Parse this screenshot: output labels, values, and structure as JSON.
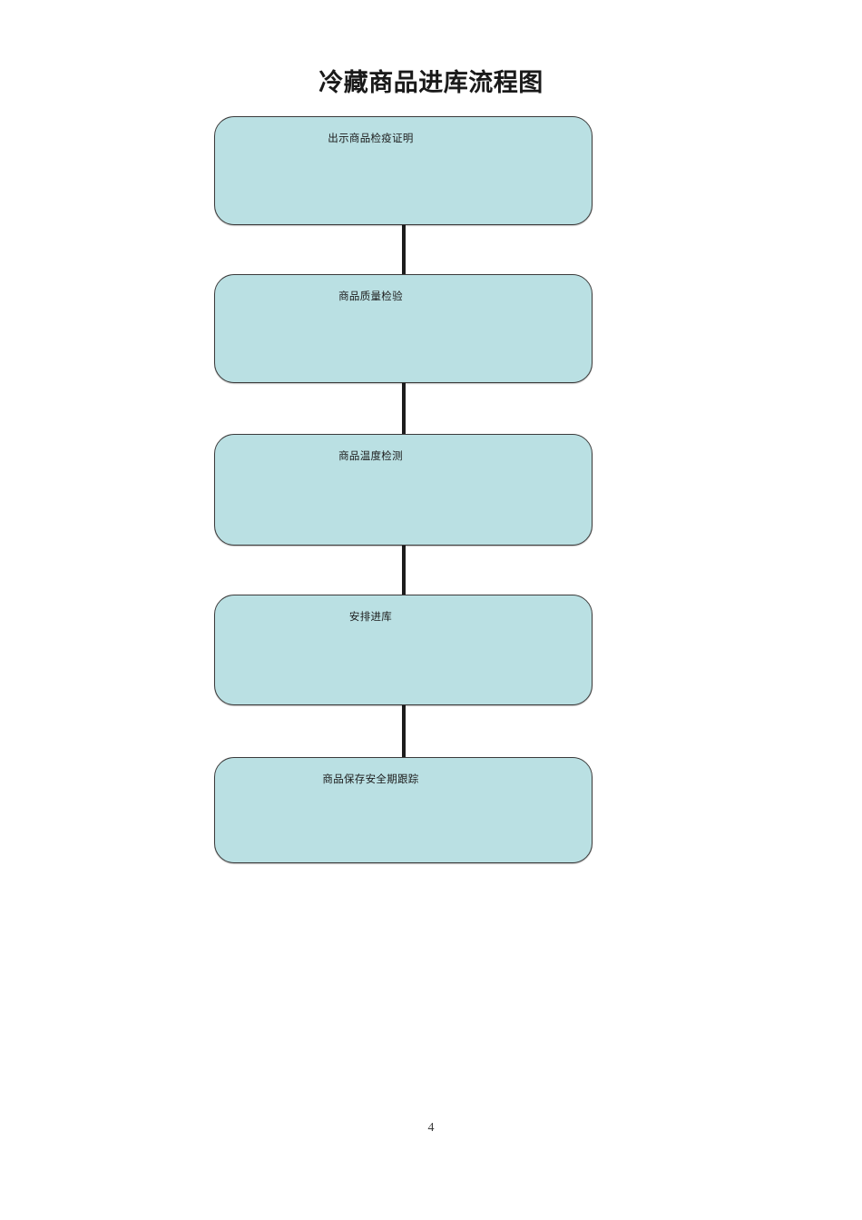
{
  "document": {
    "title": "冷藏商品进库流程图",
    "page_number": "4"
  },
  "theme": {
    "page_background": "#ffffff",
    "node_fill": "#bae0e3",
    "node_border": "#3b3b3b",
    "connector_color": "#1d1d1d",
    "text_color": "#1b1b1b"
  },
  "chart_data": {
    "type": "diagram",
    "diagram_kind": "flowchart",
    "orientation": "vertical-top-to-bottom",
    "title": "冷藏商品进库流程图",
    "nodes": [
      {
        "id": "n1",
        "label": "出示商品检疫证明",
        "shape": "rounded-rectangle"
      },
      {
        "id": "n2",
        "label": "商品质量检验",
        "shape": "rounded-rectangle"
      },
      {
        "id": "n3",
        "label": "商品温度检测",
        "shape": "rounded-rectangle"
      },
      {
        "id": "n4",
        "label": "安排进库",
        "shape": "rounded-rectangle"
      },
      {
        "id": "n5",
        "label": "商品保存安全期跟踪",
        "shape": "rounded-rectangle"
      }
    ],
    "edges": [
      {
        "from": "n1",
        "to": "n2",
        "style": "solid-line"
      },
      {
        "from": "n2",
        "to": "n3",
        "style": "solid-line"
      },
      {
        "from": "n3",
        "to": "n4",
        "style": "solid-line"
      },
      {
        "from": "n4",
        "to": "n5",
        "style": "solid-line"
      }
    ]
  }
}
